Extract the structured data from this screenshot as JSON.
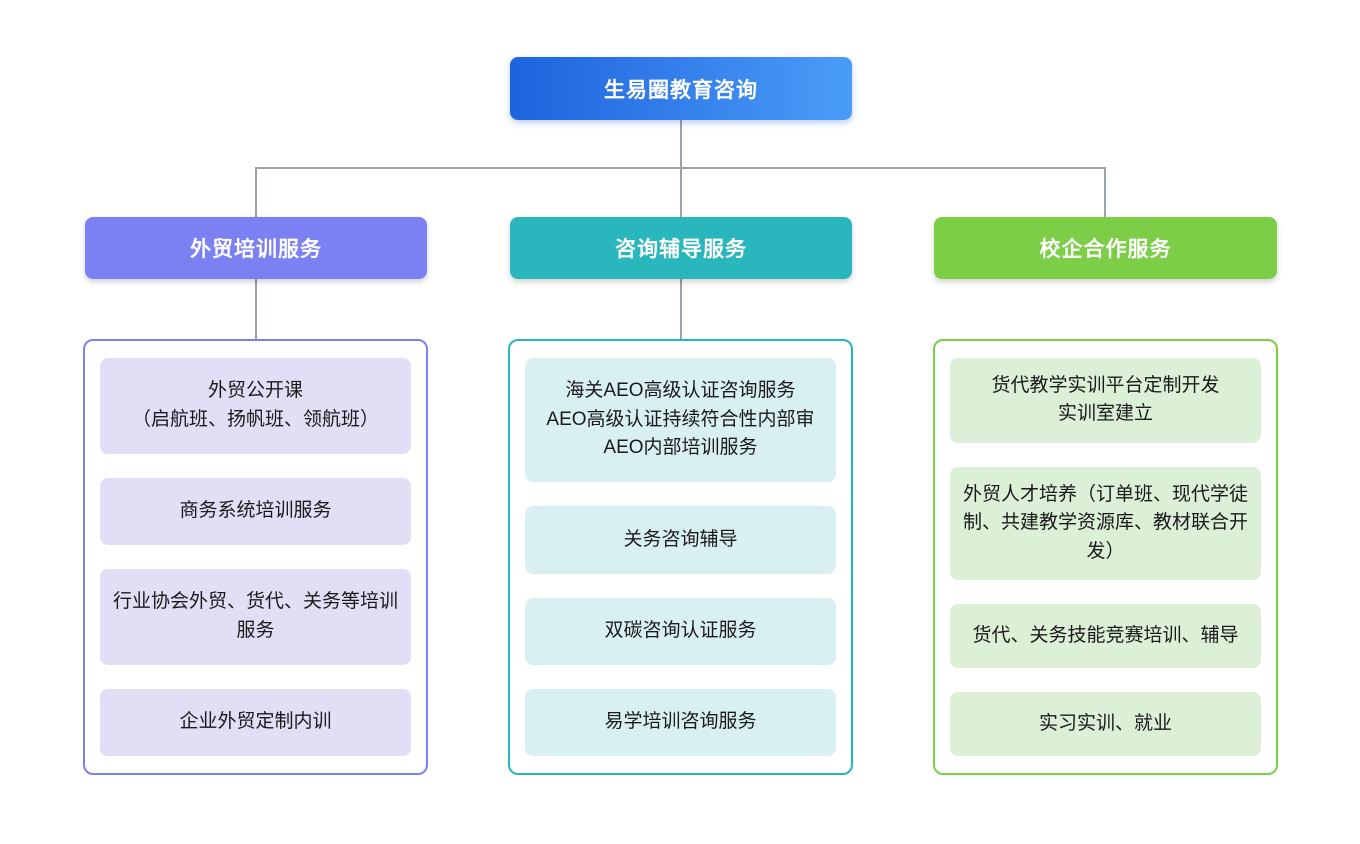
{
  "chart": {
    "type": "org-chart",
    "connector_color": "#9aa2aa",
    "root": {
      "label": "生易圈教育咨询",
      "gradient_from": "#1e63de",
      "gradient_to": "#4a9cf8",
      "text_color": "#ffffff"
    },
    "branches": [
      {
        "label": "外贸培训服务",
        "accent": "#7b80f2",
        "item_bg": "#e1dff6",
        "items": [
          "外贸公开课\n（启航班、扬帆班、领航班）",
          "商务系统培训服务",
          "行业协会外贸、货代、关务等培训服务",
          "企业外贸定制内训"
        ]
      },
      {
        "label": "咨询辅导服务",
        "accent": "#29b6bc",
        "item_bg": "#d9f0f3",
        "items": [
          "海关AEO高级认证咨询服务\nAEO高级认证持续符合性内部审\nAEO内部培训服务",
          "关务咨询辅导",
          "双碳咨询认证服务",
          "易学培训咨询服务"
        ]
      },
      {
        "label": "校企合作服务",
        "accent": "#7bce45",
        "item_bg": "#dcefd7",
        "items": [
          "货代教学实训平台定制开发\n实训室建立",
          "外贸人才培养（订单班、现代学徒制、共建教学资源库、教材联合开发）",
          "货代、关务技能竞赛培训、辅导",
          "实习实训、就业"
        ]
      }
    ]
  }
}
